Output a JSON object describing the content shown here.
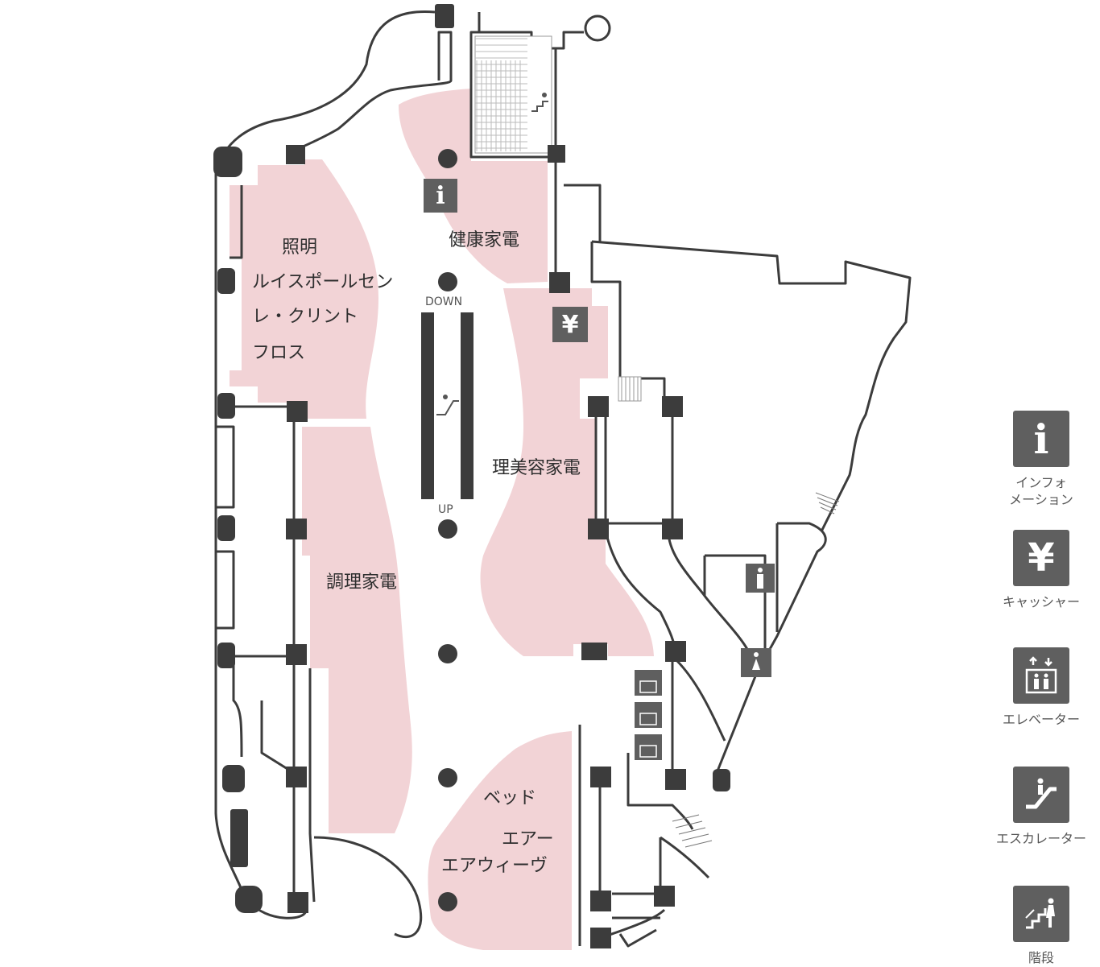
{
  "zones": [
    {
      "id": "lighting",
      "lines": [
        "照明",
        "ルイスポールセン",
        "レ・クリント",
        "フロス"
      ]
    },
    {
      "id": "health",
      "lines": [
        "健康家電"
      ]
    },
    {
      "id": "beauty",
      "lines": [
        "理美容家電"
      ]
    },
    {
      "id": "cooking",
      "lines": [
        "調理家電"
      ]
    },
    {
      "id": "bed",
      "lines": [
        "ベッド",
        "エアー",
        "エアウィーヴ"
      ]
    }
  ],
  "escalator_labels": {
    "down": "DOWN",
    "up": "UP"
  },
  "map_icons": {
    "info": "i",
    "cashier": "¥"
  },
  "legend": [
    {
      "icon": "info-icon",
      "glyph": "i",
      "label": "インフォ\nメーション"
    },
    {
      "icon": "yen-icon",
      "glyph": "¥",
      "label": "キャッシャー"
    },
    {
      "icon": "elevator-icon",
      "glyph": "",
      "label": "エレベーター"
    },
    {
      "icon": "escalator-icon",
      "glyph": "",
      "label": "エスカレーター"
    },
    {
      "icon": "stairs-icon",
      "glyph": "",
      "label": "階段"
    }
  ],
  "colors": {
    "zone_fill": "#f2d3d6",
    "wall": "#3c3c3c",
    "icon_bg": "#5f5f5f"
  }
}
